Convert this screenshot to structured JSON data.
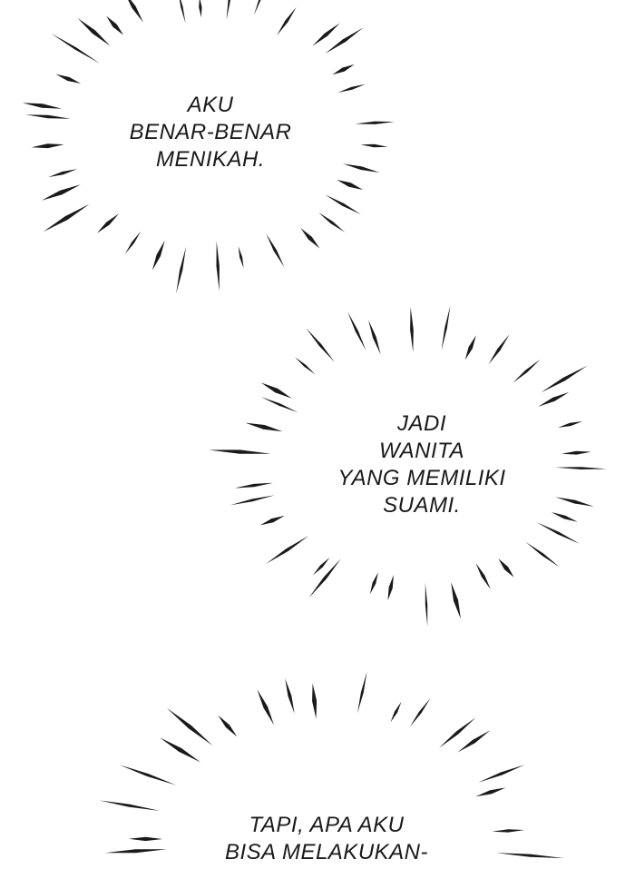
{
  "bubbles": [
    {
      "lines": [
        "AKU",
        "BENAR-BENAR",
        "MENIKAH."
      ]
    },
    {
      "lines": [
        "JADI",
        "WANITA",
        "YANG MEMILIKI",
        "SUAMI."
      ]
    },
    {
      "lines": [
        "TAPI, APA AKU",
        "BISA MELAKUKAN-"
      ]
    }
  ],
  "colors": {
    "background": "#ffffff",
    "ink": "#1a1a1a"
  }
}
